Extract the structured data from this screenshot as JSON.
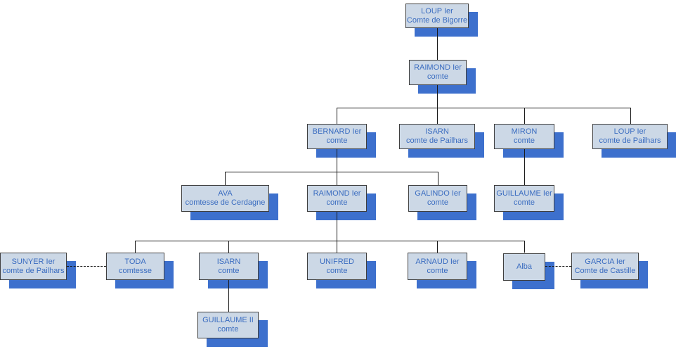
{
  "diagram": {
    "type": "family-tree",
    "subject": "Comtes de Bigorre"
  },
  "colors": {
    "box_fill": "#ccd8e6",
    "box_border": "#3f3f3f",
    "box_text": "#3a6cc0",
    "box_shadow": "#3d70cd",
    "connector_line": "#1a1a1a",
    "background": "#ffffff"
  },
  "nodes": {
    "loup_bigorre": {
      "name": "LOUP Ier",
      "title": "Comte de Bigorre"
    },
    "raimond_1": {
      "name": "RAIMOND Ier",
      "title": "comte"
    },
    "bernard_1": {
      "name": "BERNARD Ier",
      "title": "comte"
    },
    "isarn_pailhars": {
      "name": "ISARN",
      "title": "comte de Pailhars"
    },
    "miron": {
      "name": "MIRON",
      "title": "comte"
    },
    "loup_pailhars": {
      "name": "LOUP Ier",
      "title": "comte de Pailhars"
    },
    "ava": {
      "name": "AVA",
      "title": "comtesse de Cerdagne"
    },
    "raimond_2": {
      "name": "RAIMOND Ier",
      "title": "comte"
    },
    "galindo": {
      "name": "GALINDO Ier",
      "title": "comte"
    },
    "guillaume_1": {
      "name": "GUILLAUME Ier",
      "title": "comte"
    },
    "sunyer": {
      "name": "SUNYER Ier",
      "title": "comte de Pailhars"
    },
    "toda": {
      "name": "TODA",
      "title": "comtesse"
    },
    "isarn_2": {
      "name": "ISARN",
      "title": "comte"
    },
    "unifred": {
      "name": "UNIFRED",
      "title": "comte"
    },
    "arnaud": {
      "name": "ARNAUD Ier",
      "title": "comte"
    },
    "alba": {
      "name": "Alba"
    },
    "garcia": {
      "name": "GARCIA Ier",
      "title": "Comte de Castille"
    },
    "guillaume_2": {
      "name": "GUILLAUME II",
      "title": "comte"
    }
  },
  "edges": {
    "descent": [
      [
        "loup_bigorre",
        "raimond_1"
      ],
      [
        "raimond_1",
        "bernard_1"
      ],
      [
        "raimond_1",
        "isarn_pailhars"
      ],
      [
        "raimond_1",
        "miron"
      ],
      [
        "raimond_1",
        "loup_pailhars"
      ],
      [
        "bernard_1",
        "ava"
      ],
      [
        "bernard_1",
        "raimond_2"
      ],
      [
        "bernard_1",
        "galindo"
      ],
      [
        "miron",
        "guillaume_1"
      ],
      [
        "raimond_2",
        "toda"
      ],
      [
        "raimond_2",
        "isarn_2"
      ],
      [
        "raimond_2",
        "unifred"
      ],
      [
        "raimond_2",
        "arnaud"
      ],
      [
        "raimond_2",
        "alba"
      ],
      [
        "isarn_2",
        "guillaume_2"
      ]
    ],
    "marriage": [
      [
        "sunyer",
        "toda"
      ],
      [
        "alba",
        "garcia"
      ]
    ]
  }
}
